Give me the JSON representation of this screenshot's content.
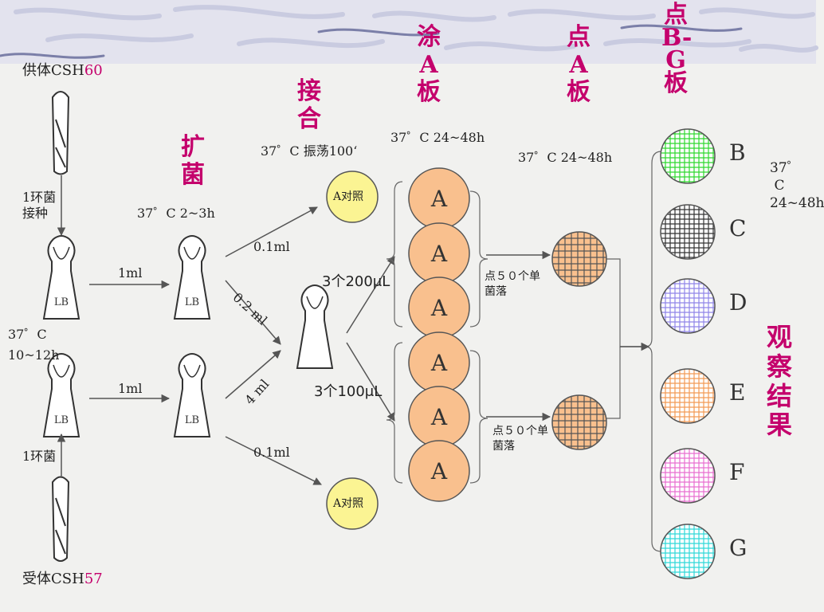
{
  "donor": {
    "prefix": "供体CSH",
    "num": "60"
  },
  "recipient": {
    "prefix": "受体CSH",
    "num": "57"
  },
  "labels": {
    "loop_inoculate": "1环菌接种",
    "loop": "1环菌",
    "culture_temp": "37゜C",
    "culture_time": "10~12h",
    "one_ml_top": "1ml",
    "one_ml_bottom": "1ml",
    "lb": "LB",
    "expand_temp": "37゜C 2~3h",
    "shake": "37゜C 振荡100‘",
    "ml01_top": "0.1ml",
    "ml02": "0.2 ml",
    "ml4": "4 ml",
    "ml01_bottom": "0.1ml",
    "ctrl_top": "A对照",
    "ctrl_bottom": "A对照",
    "ul200": "3个200μL",
    "ul100": "3个100μL",
    "plate_a_time": "37゜C 24~48h",
    "spot_a_time": "37゜C 24~48h",
    "colonies_top": "点５０个单菌落",
    "colonies_bottom": "点５０个单菌落",
    "plate_a_letter": "A",
    "result_time": "37゜C 24~48h"
  },
  "headings": {
    "expand": "扩菌",
    "conjugate": "接合",
    "spread_a": "涂A板",
    "spot_a": "点A板",
    "spot_bg": "点B-G板",
    "observe": "观察结果"
  },
  "plates": [
    {
      "letter": "B",
      "color": "#2fd82f"
    },
    {
      "letter": "C",
      "color": "#333333"
    },
    {
      "letter": "D",
      "color": "#8f85e8"
    },
    {
      "letter": "E",
      "color": "#f29a55"
    },
    {
      "letter": "F",
      "color": "#e86fd0"
    },
    {
      "letter": "G",
      "color": "#2fd8d8"
    }
  ],
  "colors": {
    "magenta": "#c4006c",
    "peach": "#f9c08e",
    "yellow": "#fbf493"
  }
}
